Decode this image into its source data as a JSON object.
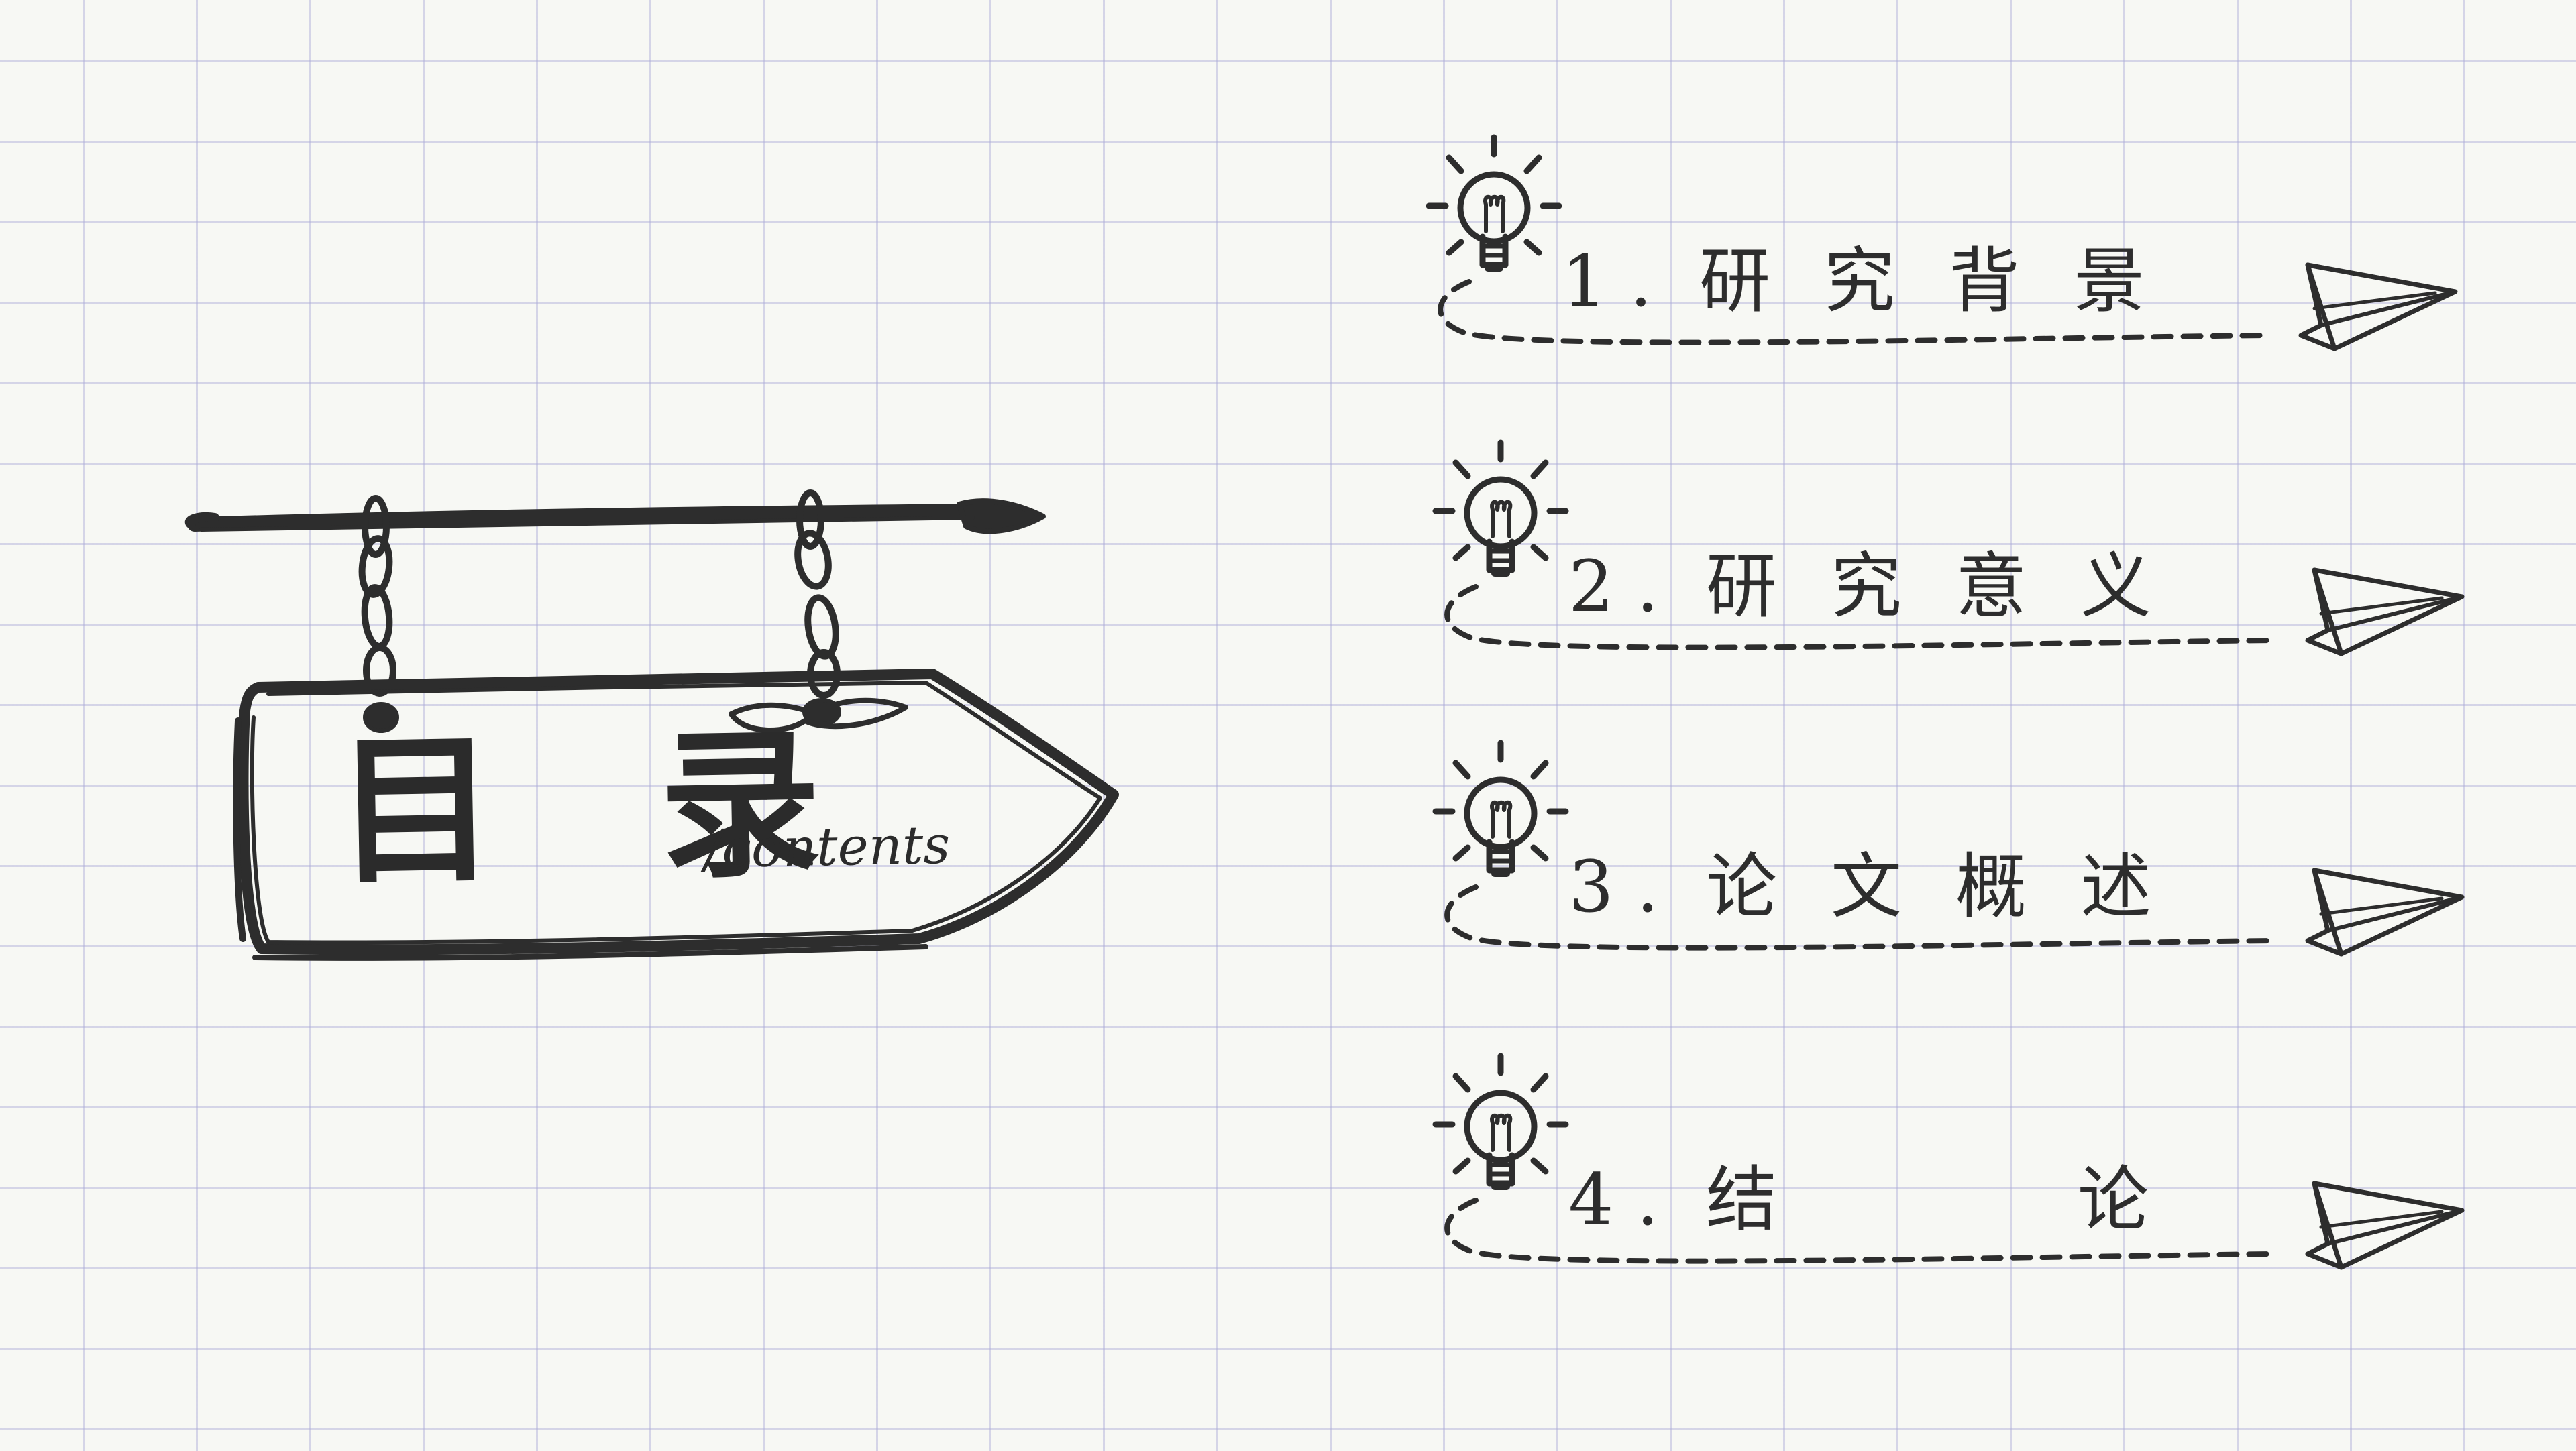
{
  "sign": {
    "title": "目 录",
    "subtitle": "/contents",
    "icon": "hanging-arrow-sign"
  },
  "menu": [
    {
      "number": "1 .",
      "label": "研究背景",
      "icon_left": "lightbulb-icon",
      "icon_right": "paper-plane-icon"
    },
    {
      "number": "2 .",
      "label": "研究意义",
      "icon_left": "lightbulb-icon",
      "icon_right": "paper-plane-icon"
    },
    {
      "number": "3 .",
      "label": "论文概述",
      "icon_left": "lightbulb-icon",
      "icon_right": "paper-plane-icon"
    },
    {
      "number": "4 .",
      "label": "结论",
      "icon_left": "lightbulb-icon",
      "icon_right": "paper-plane-icon"
    }
  ],
  "colors": {
    "ink": "#2d2d2d",
    "paper": "#f7f8f4",
    "grid": "#c8c8e6"
  }
}
